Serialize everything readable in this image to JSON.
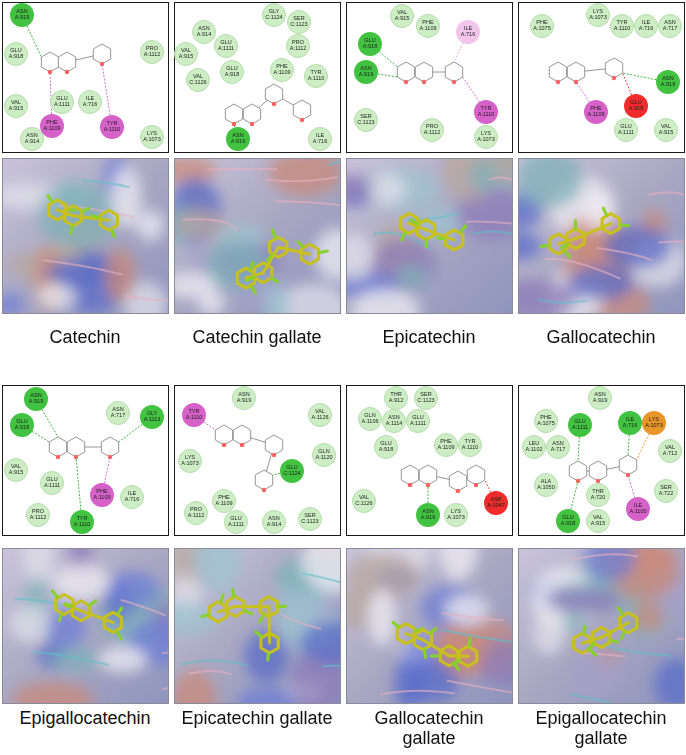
{
  "diagram": {
    "nodes": [
      {
        "text": [
          "ASN A:919"
        ]
      },
      {
        "text": [
          "GLU A:918"
        ]
      },
      {
        "text": [
          "PRO A:1112"
        ]
      },
      {
        "text": [
          "GLU A:1111"
        ]
      },
      {
        "text": [
          "ILE A:716"
        ]
      },
      {
        "text": [
          "VAL A:915"
        ]
      },
      {
        "text": [
          "PHE A:1109"
        ]
      },
      {
        "text": [
          "TYR A:1110"
        ]
      },
      {
        "text": [
          "ASN A:914"
        ]
      },
      {
        "text": [
          "LYS A:1073"
        ]
      },
      {
        "text": [
          "GLY C:1124"
        ]
      },
      {
        "text": [
          "SER C:1123"
        ]
      },
      {
        "text": [
          "ASN A:914"
        ]
      },
      {
        "text": [
          "VAL A:915"
        ]
      },
      {
        "text": [
          "GLU A:1111"
        ]
      },
      {
        "text": [
          "PRO A:1112"
        ]
      },
      {
        "text": [
          "VAL C:1126"
        ]
      },
      {
        "text": [
          "GLU A:918"
        ]
      },
      {
        "text": [
          "PHE A:1109"
        ]
      },
      {
        "text": [
          "TYR A:1110"
        ]
      },
      {
        "text": [
          "ASN A:919"
        ]
      },
      {
        "text": [
          "ILE A:716"
        ]
      },
      {
        "text": [
          "VAL A:915"
        ]
      },
      {
        "text": [
          "PHE A:1109"
        ]
      },
      {
        "text": [
          "ILE A:716"
        ]
      },
      {
        "text": [
          "GLU A:918"
        ]
      },
      {
        "text": [
          "ASN A:919"
        ]
      },
      {
        "text": [
          "SER C:1123"
        ]
      },
      {
        "text": [
          "TYR A:1110"
        ]
      },
      {
        "text": [
          "PRO A:1112"
        ]
      },
      {
        "text": [
          "LYS A:1073"
        ]
      },
      {
        "text": [
          "PHE A:1075"
        ]
      },
      {
        "text": [
          "LYS A:1073"
        ]
      },
      {
        "text": [
          "TYR A:1110"
        ]
      },
      {
        "text": [
          "ILE A:716"
        ]
      },
      {
        "text": [
          "ASN A:717"
        ]
      },
      {
        "text": [
          "ASN A:919"
        ]
      },
      {
        "text": [
          "GLU A:918"
        ]
      },
      {
        "text": [
          "PHE A:1109"
        ]
      },
      {
        "text": [
          "GLU A:1111"
        ]
      },
      {
        "text": [
          "VAL A:915"
        ]
      },
      {
        "text": [
          "ASN A:919"
        ]
      },
      {
        "text": [
          "GLU A:918"
        ]
      },
      {
        "text": [
          "ASN A:717"
        ]
      },
      {
        "text": [
          "GLY A:1113"
        ]
      },
      {
        "text": [
          "VAL A:915"
        ]
      },
      {
        "text": [
          "GLU A:1111"
        ]
      },
      {
        "text": [
          "PHE A:1109"
        ]
      },
      {
        "text": [
          "ILE A:716"
        ]
      },
      {
        "text": [
          "PRO A:1112"
        ]
      },
      {
        "text": [
          "TYR A:1110"
        ]
      },
      {
        "text": [
          "ASN A:919"
        ]
      },
      {
        "text": [
          "TYR A:1110"
        ]
      },
      {
        "text": [
          "VAL A:1126"
        ]
      },
      {
        "text": [
          "LYS A:1073"
        ]
      },
      {
        "text": [
          "GLN A:1120"
        ]
      },
      {
        "text": [
          "GLU C:1124"
        ]
      },
      {
        "text": [
          "PHE A:1109"
        ]
      },
      {
        "text": [
          "PRO A:1112"
        ]
      },
      {
        "text": [
          "GLU A:1111"
        ]
      },
      {
        "text": [
          "ASN A:914"
        ]
      },
      {
        "text": [
          "SER C:1123"
        ]
      },
      {
        "text": [
          "THR A:912"
        ]
      },
      {
        "text": [
          "SER C:1123"
        ]
      },
      {
        "text": [
          "GLN A:1106"
        ]
      },
      {
        "text": [
          "ASN A:1114"
        ]
      },
      {
        "text": [
          "GLU A:1111"
        ]
      },
      {
        "text": [
          "GLU A:918"
        ]
      },
      {
        "text": [
          "PHE A:1109"
        ]
      },
      {
        "text": [
          "TYR A:1110"
        ]
      },
      {
        "text": [
          "VAL C:1126"
        ]
      },
      {
        "text": [
          "ASN A:919"
        ]
      },
      {
        "text": [
          "LYS A:1073"
        ]
      },
      {
        "text": [
          "ASP A:1047"
        ]
      },
      {
        "text": [
          "ASN A:919"
        ]
      },
      {
        "text": [
          "PHE A:1075"
        ]
      },
      {
        "text": [
          "GLU A:1111"
        ]
      },
      {
        "text": [
          "ILE A:716"
        ]
      },
      {
        "text": [
          "LYS A:1073"
        ]
      },
      {
        "text": [
          "LEU A:1102"
        ]
      },
      {
        "text": [
          "ASN A:717"
        ]
      },
      {
        "text": [
          "VAL A:712"
        ]
      },
      {
        "text": [
          "ALA A:1050"
        ]
      },
      {
        "text": [
          "THR A:720"
        ]
      },
      {
        "text": [
          "SER A:722"
        ]
      },
      {
        "text": [
          "ILE A:1100"
        ]
      },
      {
        "text": [
          "GLU A:918"
        ]
      },
      {
        "text": [
          "VAL A:915"
        ]
      }
    ],
    "labels": [
      "Catechin",
      "Catechin gallate",
      "Epicatechin",
      "Gallocatechin",
      "Epigallocatechin",
      "Epicatechin gallate",
      "Gallocatechin gallate",
      "Epigallocatechin gallate"
    ]
  }
}
